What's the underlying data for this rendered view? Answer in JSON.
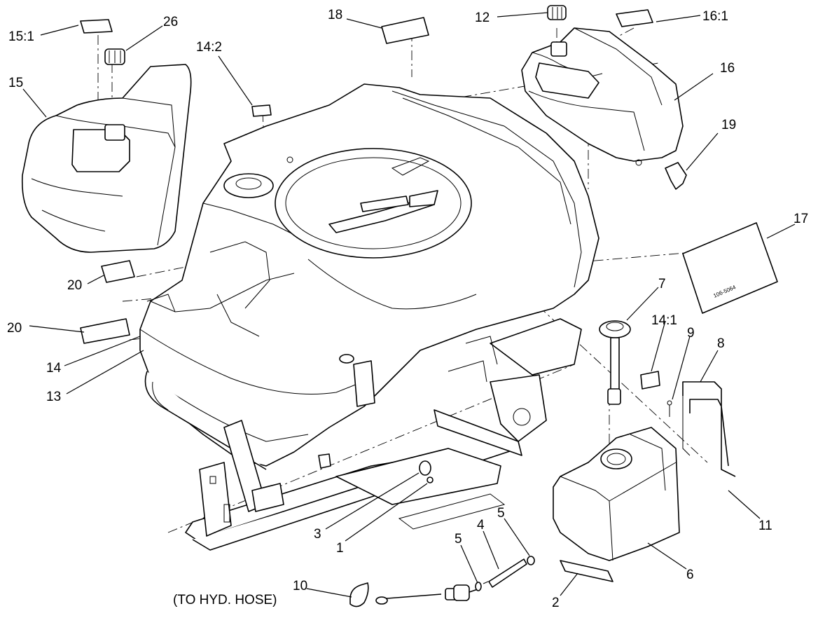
{
  "callouts": [
    {
      "id": "c15-1",
      "text": "15:1"
    },
    {
      "id": "c26",
      "text": "26"
    },
    {
      "id": "c15",
      "text": "15"
    },
    {
      "id": "c14-2",
      "text": "14:2"
    },
    {
      "id": "c18",
      "text": "18"
    },
    {
      "id": "c12",
      "text": "12"
    },
    {
      "id": "c16-1",
      "text": "16:1"
    },
    {
      "id": "c16",
      "text": "16"
    },
    {
      "id": "c19",
      "text": "19"
    },
    {
      "id": "c17",
      "text": "17"
    },
    {
      "id": "c20a",
      "text": "20"
    },
    {
      "id": "c20b",
      "text": "20"
    },
    {
      "id": "c14",
      "text": "14"
    },
    {
      "id": "c13",
      "text": "13"
    },
    {
      "id": "c7",
      "text": "7"
    },
    {
      "id": "c14-1",
      "text": "14:1"
    },
    {
      "id": "c9",
      "text": "9"
    },
    {
      "id": "c8",
      "text": "8"
    },
    {
      "id": "c11",
      "text": "11"
    },
    {
      "id": "c6",
      "text": "6"
    },
    {
      "id": "c2",
      "text": "2"
    },
    {
      "id": "c3",
      "text": "3"
    },
    {
      "id": "c1",
      "text": "1"
    },
    {
      "id": "c5a",
      "text": "5"
    },
    {
      "id": "c4",
      "text": "4"
    },
    {
      "id": "c5b",
      "text": "5"
    },
    {
      "id": "c10",
      "text": "10"
    }
  ],
  "note": "(TO HYD. HOSE)",
  "decal_17_text": "106-5064"
}
